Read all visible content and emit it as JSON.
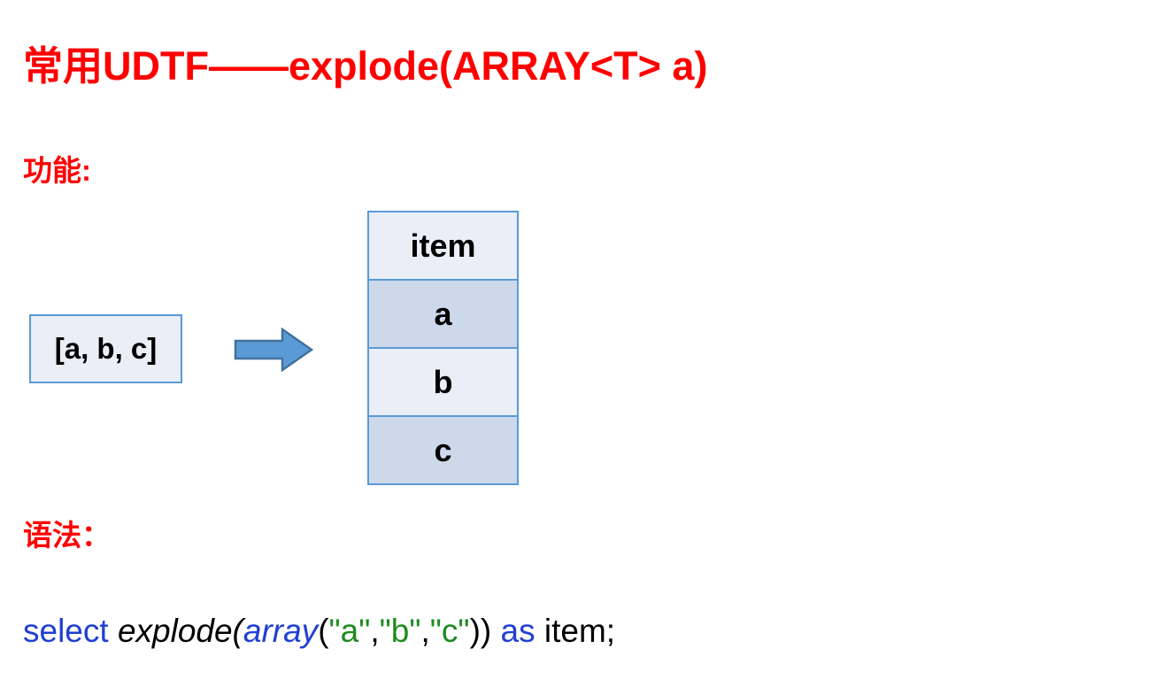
{
  "slide": {
    "title": "常用UDTF——explode(ARRAY<T> a)",
    "section_function_label": "功能:",
    "section_syntax_label": "语法："
  },
  "diagram": {
    "input_box": {
      "label": "[a, b, c]"
    },
    "arrow_icon": "right-arrow-icon",
    "table": {
      "header": "item",
      "rows": [
        "a",
        "b",
        "c"
      ]
    }
  },
  "code": {
    "full_text": "select explode(array(\"a\",\"b\",\"c\")) as item;",
    "tokens": [
      {
        "t": "select ",
        "c": "blue",
        "i": false
      },
      {
        "t": "explode(",
        "c": "black",
        "i": true
      },
      {
        "t": "array",
        "c": "blue",
        "i": true
      },
      {
        "t": "(",
        "c": "black",
        "i": false
      },
      {
        "t": "\"a\"",
        "c": "green",
        "i": false
      },
      {
        "t": ",",
        "c": "black",
        "i": false
      },
      {
        "t": "\"b\"",
        "c": "green",
        "i": false
      },
      {
        "t": ",",
        "c": "black",
        "i": false
      },
      {
        "t": "\"c\"",
        "c": "green",
        "i": false
      },
      {
        "t": "))",
        "c": "black",
        "i": false
      },
      {
        "t": " as ",
        "c": "blue",
        "i": false
      },
      {
        "t": "item;",
        "c": "black",
        "i": false
      }
    ]
  },
  "colors": {
    "title_red": "#ff0000",
    "keyword_blue": "#2040d0",
    "string_green": "#1f8b1f",
    "text_black": "#000000",
    "box_border": "#5b9bd5",
    "box_fill_light": "#e9eef7",
    "box_fill_dark": "#cdd8ea",
    "arrow_fill": "#5b9bd5",
    "arrow_outline": "#41719c"
  }
}
